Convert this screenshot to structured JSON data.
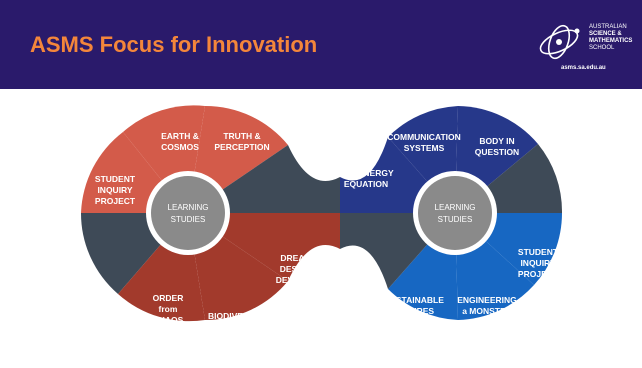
{
  "header": {
    "title": "ASMS Focus for Innovation",
    "background": "#2a1a6b",
    "title_color": "#f4863b"
  },
  "logo": {
    "line1": "AUSTRALIAN",
    "line2": "SCIENCE &",
    "line3": "MATHEMATICS",
    "line4": "SCHOOL",
    "url": "asms.sa.edu.au"
  },
  "left_loop": {
    "center": {
      "line1": "LEARNING",
      "line2": "STUDIES"
    },
    "colors": {
      "red": "#d35b4a",
      "dark_red": "#a23a2c",
      "slate": "#3e4a57"
    },
    "pieces": [
      {
        "line1": "EARTH &",
        "line2": "COSMOS"
      },
      {
        "line1": "TRUTH &",
        "line2": "PERCEPTION"
      },
      {
        "line1": "STUDENT",
        "line2": "INQUIRY",
        "line3": "PROJECT"
      },
      {
        "line1": "ORDER",
        "line2": "from",
        "line3": "CHAOS"
      },
      {
        "line1": "BIODIVERSITY"
      },
      {
        "line1": "DREAM",
        "line2": "DESIGN",
        "line3": "DEVELOP"
      }
    ]
  },
  "right_loop": {
    "center": {
      "line1": "LEARNING",
      "line2": "STUDIES"
    },
    "colors": {
      "navy": "#26388a",
      "blue": "#1767c2",
      "slate": "#3e4a57"
    },
    "pieces": [
      {
        "line1": "COMMUNICATION",
        "line2": "SYSTEMS"
      },
      {
        "line1": "BODY IN",
        "line2": "QUESTION"
      },
      {
        "line1": "THE ENERGY",
        "line2": "EQUATION"
      },
      {
        "line1": "STUDENT",
        "line2": "INQUIRY",
        "line3": "PROJECT"
      },
      {
        "line1": "SUSTAINABLE",
        "line2": "FUTURES"
      },
      {
        "line1": "ENGINEERING",
        "line2": "a MONSTER"
      }
    ]
  }
}
